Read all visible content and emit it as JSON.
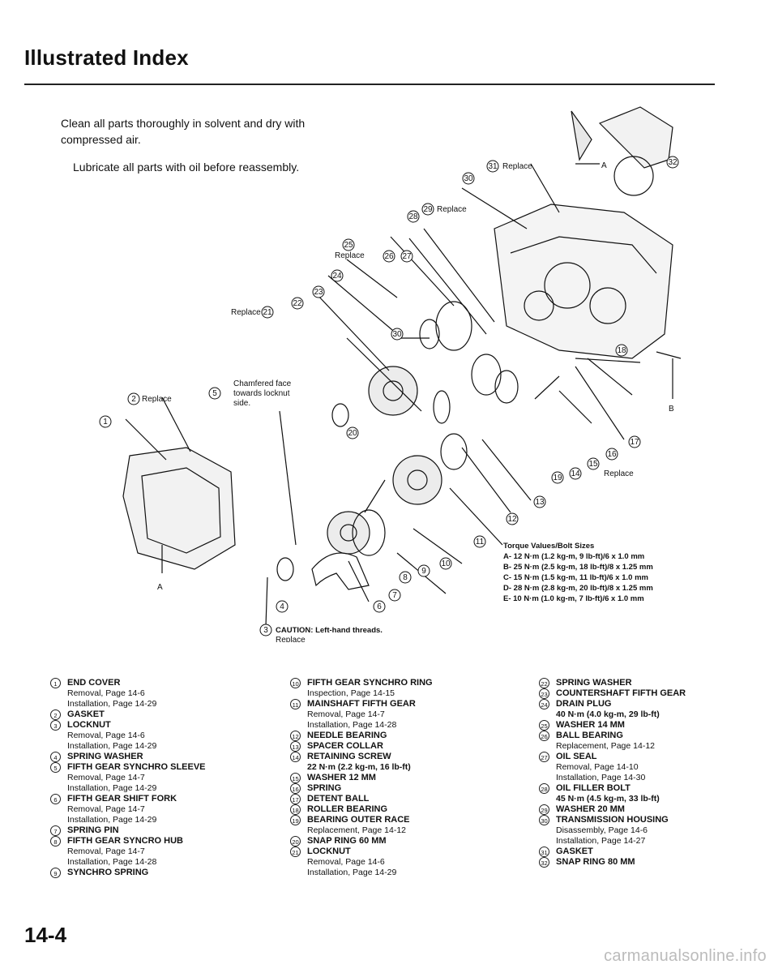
{
  "header": {
    "title": "Illustrated Index"
  },
  "intro": {
    "line1": "Clean all parts thoroughly in solvent and dry with compressed air.",
    "line2": "Lubricate all parts with oil before reassembly."
  },
  "diagram": {
    "replace": "Replace",
    "chamfer_note": [
      "Chamfered face",
      "towards locknut",
      "side."
    ],
    "letter_a": "A",
    "letter_b": "B",
    "caution": "CAUTION: Left-hand threads.",
    "caution_replace": "Replace",
    "torque": {
      "title": "Torque Values/Bolt Sizes",
      "lines": [
        "A- 12 N·m (1.2 kg-m, 9 lb-ft)/6 x 1.0 mm",
        "B- 25 N·m (2.5 kg-m, 18 lb-ft)/8 x 1.25 mm",
        "C- 15 N·m (1.5 kg-m, 11 lb-ft)/6 x 1.0 mm",
        "D- 28 N·m (2.8 kg-m, 20 lb-ft)/8 x 1.25 mm",
        "E- 10 N·m (1.0 kg-m, 7 lb-ft)/6 x 1.0 mm"
      ]
    }
  },
  "legend": {
    "col1": [
      {
        "num": "1",
        "name": "END COVER",
        "sub": [
          "Removal, Page 14-6",
          "Installation, Page 14-29"
        ]
      },
      {
        "num": "2",
        "name": "GASKET",
        "sub": []
      },
      {
        "num": "3",
        "name": "LOCKNUT",
        "sub": [
          "Removal, Page 14-6",
          "Installation, Page 14-29"
        ]
      },
      {
        "num": "4",
        "name": "SPRING WASHER",
        "sub": []
      },
      {
        "num": "5",
        "name": "FIFTH GEAR SYNCHRO SLEEVE",
        "sub": [
          "Removal, Page 14-7",
          "Installation, Page 14-29"
        ]
      },
      {
        "num": "6",
        "name": "FIFTH GEAR SHIFT FORK",
        "sub": [
          "Removal, Page 14-7",
          "Installation, Page 14-29"
        ]
      },
      {
        "num": "7",
        "name": "SPRING PIN",
        "sub": []
      },
      {
        "num": "8",
        "name": "FIFTH GEAR SYNCRO HUB",
        "sub": [
          "Removal, Page 14-7",
          "Installation, Page 14-28"
        ]
      },
      {
        "num": "9",
        "name": "SYNCHRO SPRING",
        "sub": []
      }
    ],
    "col2": [
      {
        "num": "10",
        "name": "FIFTH GEAR SYNCHRO RING",
        "sub": [
          "Inspection, Page 14-15"
        ]
      },
      {
        "num": "11",
        "name": "MAINSHAFT FIFTH GEAR",
        "sub": [
          "Removal, Page 14-7",
          "Installation, Page 14-28"
        ]
      },
      {
        "num": "12",
        "name": "NEEDLE BEARING",
        "sub": []
      },
      {
        "num": "13",
        "name": "SPACER COLLAR",
        "sub": []
      },
      {
        "num": "14",
        "name": "RETAINING SCREW",
        "torque": "22 N·m (2.2 kg-m, 16 lb-ft)",
        "sub": []
      },
      {
        "num": "15",
        "name": "WASHER 12 mm",
        "sub": []
      },
      {
        "num": "16",
        "name": "SPRING",
        "sub": []
      },
      {
        "num": "17",
        "name": "DETENT BALL",
        "sub": []
      },
      {
        "num": "18",
        "name": "ROLLER BEARING",
        "sub": []
      },
      {
        "num": "19",
        "name": "BEARING OUTER RACE",
        "sub": [
          "Replacement, Page 14-12"
        ]
      },
      {
        "num": "20",
        "name": "SNAP RING 60 mm",
        "sub": []
      },
      {
        "num": "21",
        "name": "LOCKNUT",
        "sub": [
          "Removal, Page 14-6",
          "Installation, Page 14-29"
        ]
      }
    ],
    "col3": [
      {
        "num": "22",
        "name": "SPRING WASHER",
        "sub": []
      },
      {
        "num": "23",
        "name": "COUNTERSHAFT FIFTH GEAR",
        "sub": []
      },
      {
        "num": "24",
        "name": "DRAIN PLUG",
        "torque": "40 N·m (4.0 kg-m, 29 lb-ft)",
        "sub": []
      },
      {
        "num": "25",
        "name": "WASHER 14 mm",
        "sub": []
      },
      {
        "num": "26",
        "name": "BALL BEARING",
        "sub": [
          "Replacement, Page 14-12"
        ]
      },
      {
        "num": "27",
        "name": "OIL SEAL",
        "sub": [
          "Removal, Page 14-10",
          "Installation, Page 14-30"
        ]
      },
      {
        "num": "28",
        "name": "OIL FILLER BOLT",
        "torque": "45 N·m (4.5 kg-m, 33 lb-ft)",
        "sub": []
      },
      {
        "num": "29",
        "name": "WASHER 20 mm",
        "sub": []
      },
      {
        "num": "30",
        "name": "TRANSMISSION HOUSING",
        "sub": [
          "Disassembly, Page 14-6",
          "Installation, Page 14-27"
        ]
      },
      {
        "num": "31",
        "name": "GASKET",
        "sub": []
      },
      {
        "num": "32",
        "name": "SNAP RING 80 mm",
        "sub": []
      }
    ]
  },
  "footer": {
    "page": "14-4",
    "url": "carmanualsonline.info"
  }
}
